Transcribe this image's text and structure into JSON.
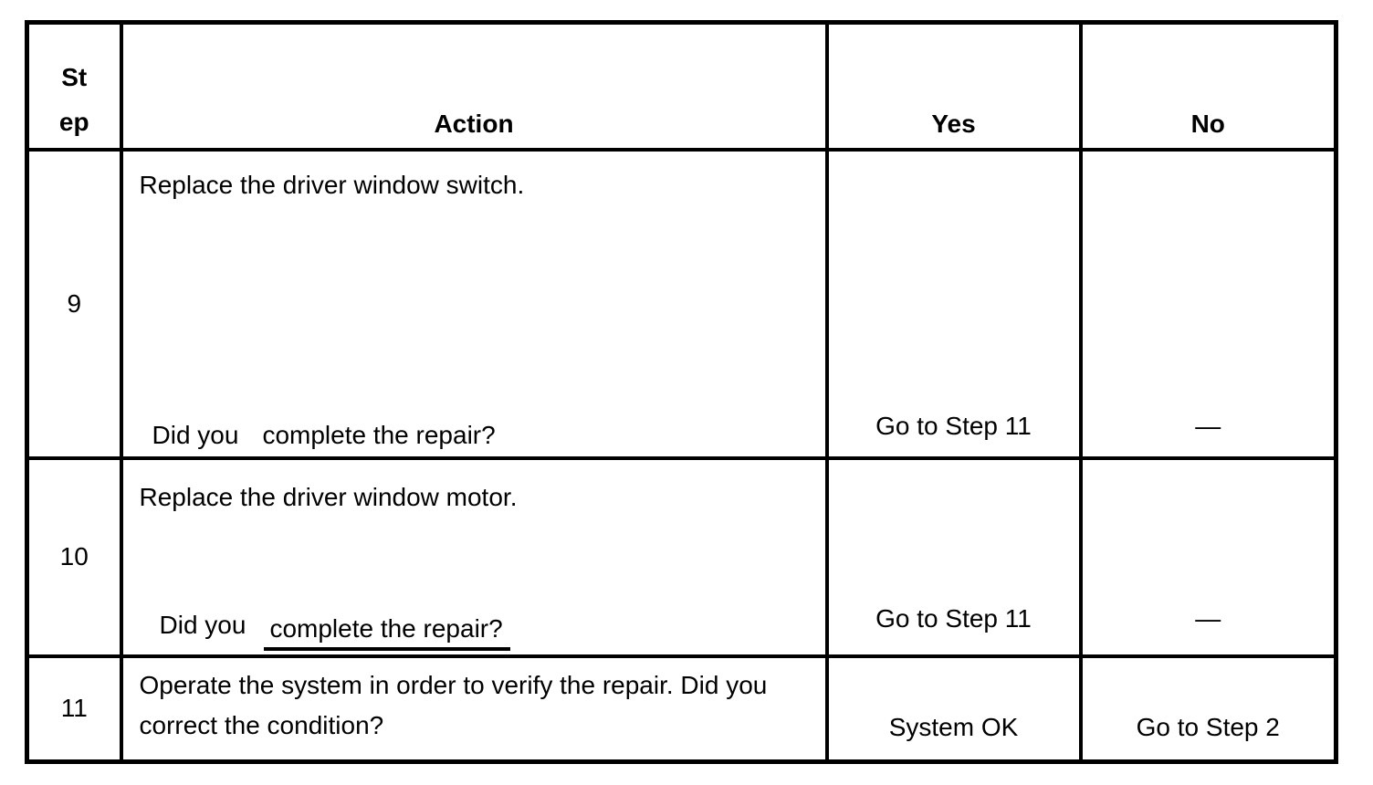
{
  "table": {
    "headers": {
      "step": "St\nep",
      "action": "Action",
      "yes": "Yes",
      "no": "No"
    },
    "rows": [
      {
        "step": "9",
        "action_main": "Replace the driver window switch.",
        "question_lead": "Did you",
        "question_rest": "complete the repair?",
        "yes": "Go to Step 11",
        "no": "—"
      },
      {
        "step": "10",
        "action_main": "Replace the driver window motor.",
        "question_lead": "Did you",
        "question_rest": "complete the repair?",
        "yes": "Go to Step 11",
        "no": "—"
      },
      {
        "step": "11",
        "action_main": "Operate the system in order to verify the repair. Did you\ncorrect the condition?",
        "yes": "System OK",
        "no": "Go to Step 2"
      }
    ]
  },
  "colors": {
    "border": "#000000",
    "text": "#000000",
    "background": "#ffffff"
  }
}
